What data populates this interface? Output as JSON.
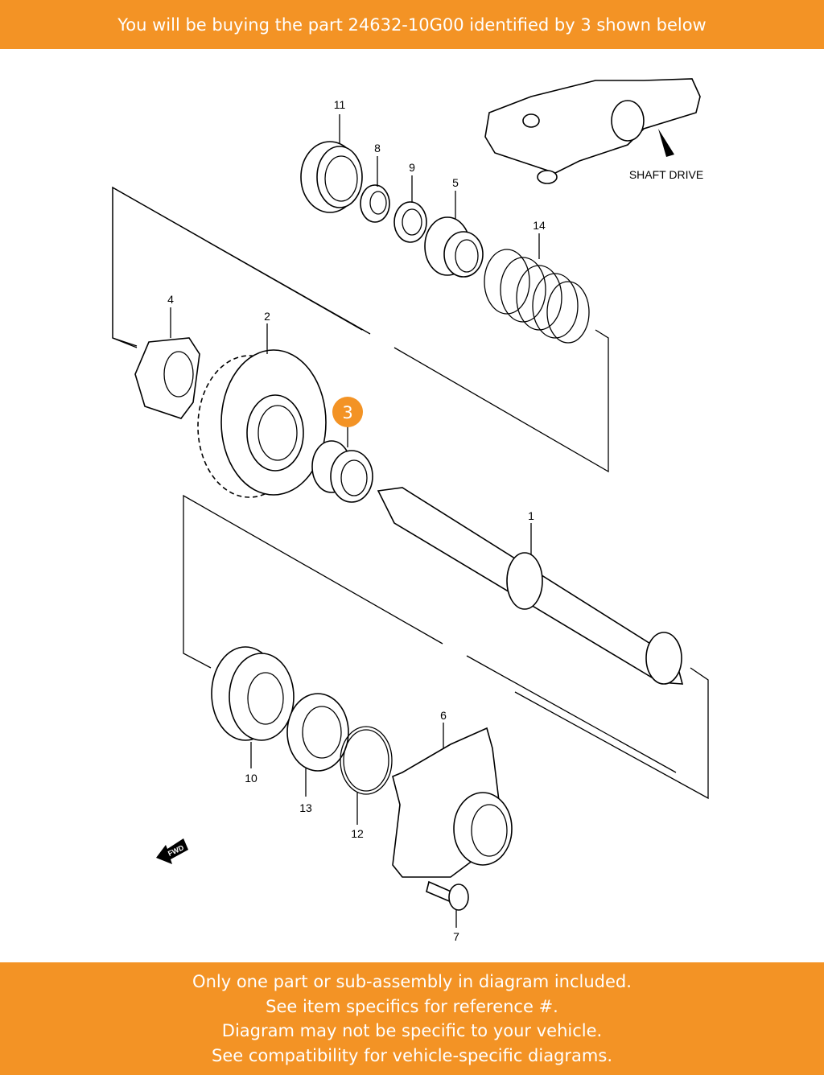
{
  "header": {
    "text": "You will be buying the part 24632-10G00 identified by 3 shown below"
  },
  "diagram": {
    "highlight_color": "#f39325",
    "highlighted_callout": "3",
    "callouts": {
      "c1": "1",
      "c2": "2",
      "c3": "3",
      "c4": "4",
      "c5": "5",
      "c6": "6",
      "c7": "7",
      "c8": "8",
      "c9": "9",
      "c10": "10",
      "c11": "11",
      "c12": "12",
      "c13": "13",
      "c14": "14"
    },
    "inset_label": "SHAFT DRIVE",
    "fwd_label": "FWD"
  },
  "footer": {
    "lines": [
      "Only one part or sub-assembly in diagram included.",
      "See item specifics for reference #.",
      "Diagram may not be specific to your vehicle.",
      "See compatibility for vehicle-specific diagrams."
    ]
  }
}
